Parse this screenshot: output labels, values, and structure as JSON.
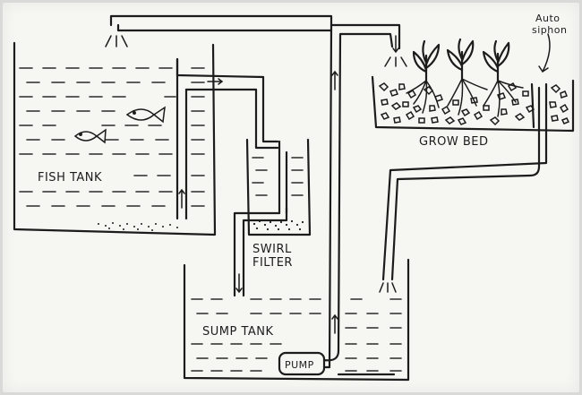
{
  "labels": {
    "fish_tank": "FISH TANK",
    "swirl_filter_line1": "SWIRL",
    "swirl_filter_line2": "FILTER",
    "sump_tank": "SUMP TANK",
    "pump": "PUMP",
    "grow_bed": "GROW BED",
    "auto_siphon_line1": "Auto",
    "auto_siphon_line2": "siphon"
  },
  "colors": {
    "ink": "#1c1c1c",
    "paper": "#f6f6f3"
  }
}
